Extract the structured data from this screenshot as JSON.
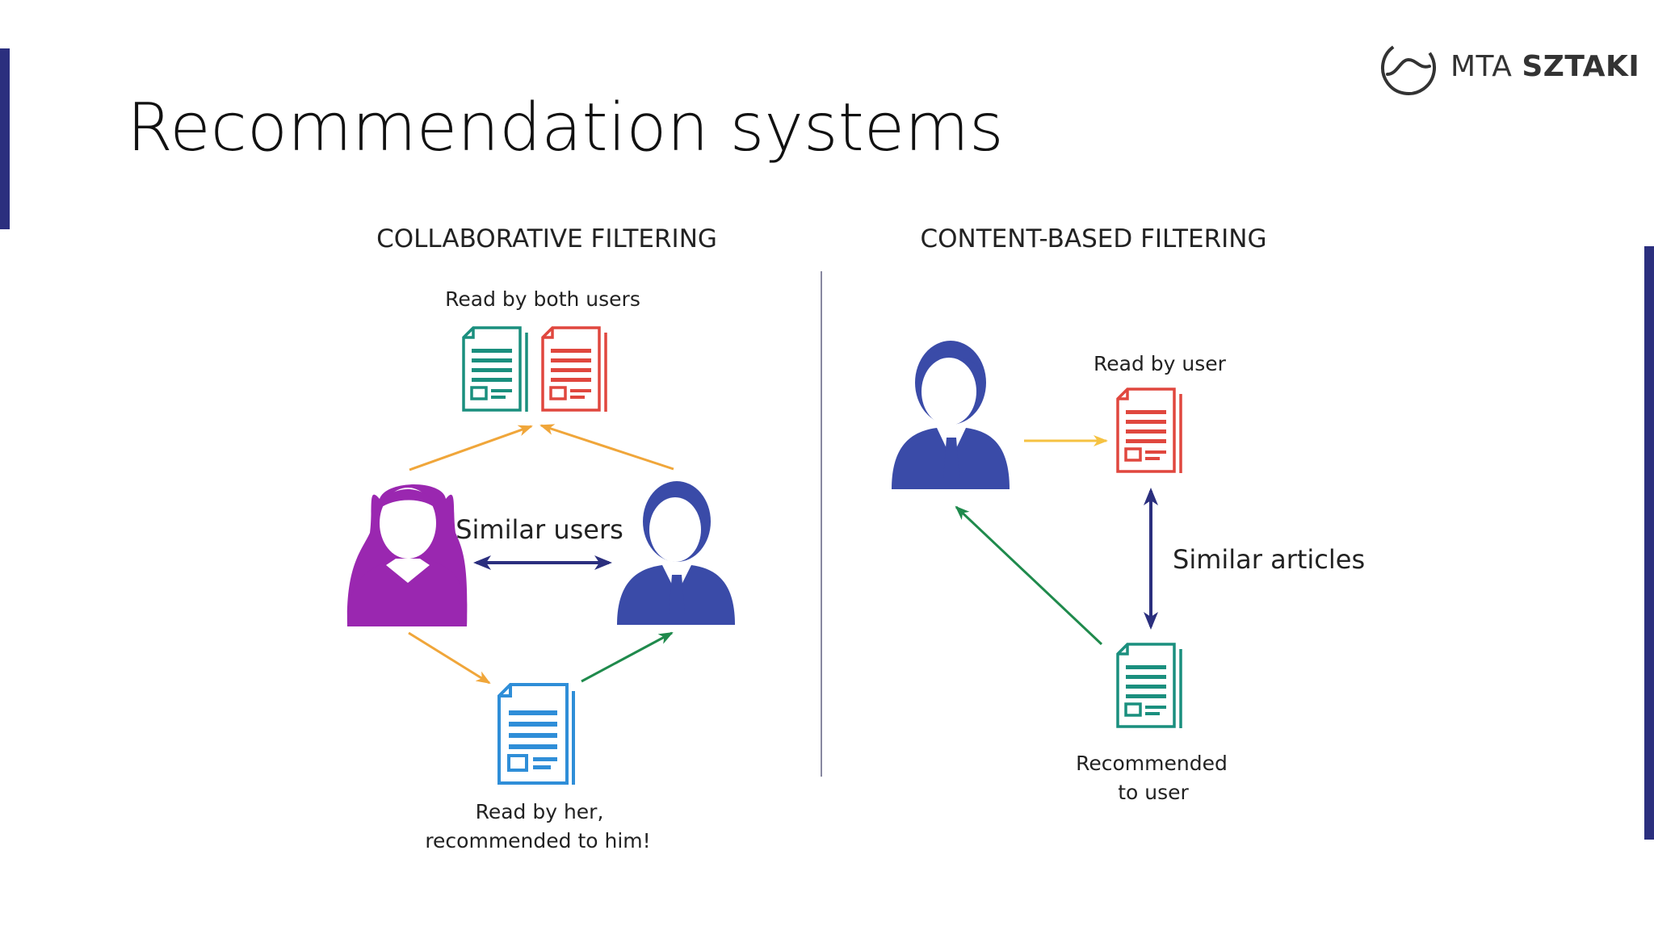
{
  "slide": {
    "title": "Recommendation systems"
  },
  "logo": {
    "light": "MTA ",
    "bold": "SZTAKI"
  },
  "collaborative": {
    "heading": "COLLABORATIVE FILTERING",
    "read_both": "Read by both users",
    "similar": "Similar users",
    "read_her_line1": "Read by her,",
    "read_her_line2": "recommended to him!"
  },
  "content_based": {
    "heading": "CONTENT-BASED FILTERING",
    "read_user": "Read by user",
    "similar": "Similar articles",
    "recommended_line1": "Recommended",
    "recommended_line2": "to user"
  },
  "colors": {
    "accent": "#2b2f7e",
    "teal": "#1a8f7e",
    "red": "#e0473e",
    "blue": "#2f8ed8",
    "purple": "#9a27b0",
    "navy": "#3a4ba8",
    "orange": "#f0a63a",
    "green": "#1f8a4c",
    "dark_navy": "#2b2f7e",
    "yellow": "#f5c242"
  }
}
